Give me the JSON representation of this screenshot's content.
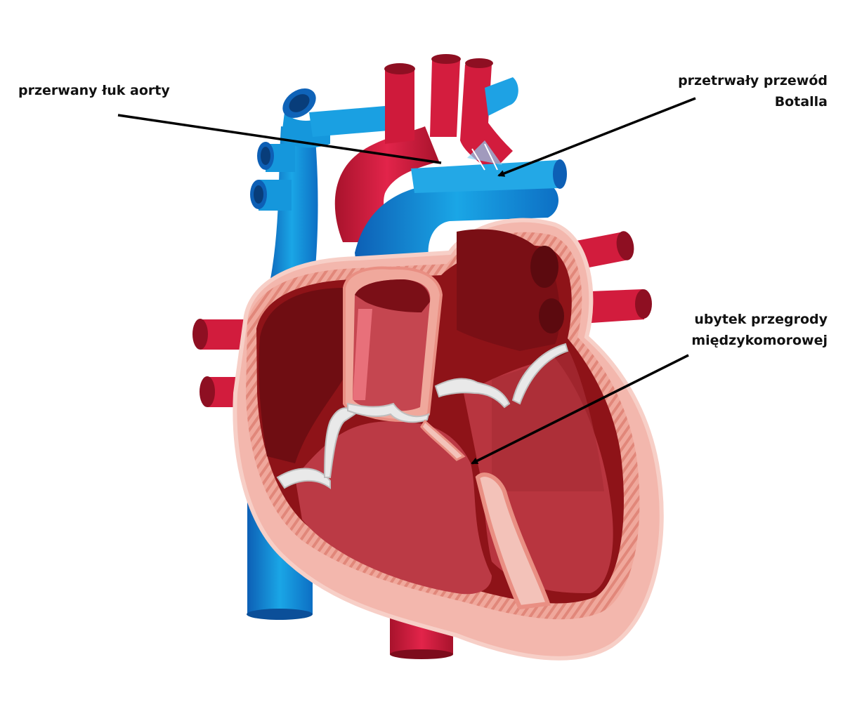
{
  "labels": {
    "interrupted_aortic_arch": "przerwany łuk aorty",
    "ductus_line1": "przetrwały przewód",
    "ductus_line2": "Botalla",
    "vsd_line1": "ubytek przegrody",
    "vsd_line2": "międzykomorowej"
  },
  "colors": {
    "vein_blue": "#1a9ce0",
    "vein_blue_dark": "#0d5fb5",
    "artery_red": "#d41b3c",
    "artery_red_dark": "#8e0f22",
    "myocardium": "#f3b7ad",
    "wall_stripes": "#e98f83",
    "chamber_dark": "#7f0f18",
    "chamber_mid": "#b8353f",
    "valve": "#e9e9e9",
    "pointer": "#000000"
  }
}
